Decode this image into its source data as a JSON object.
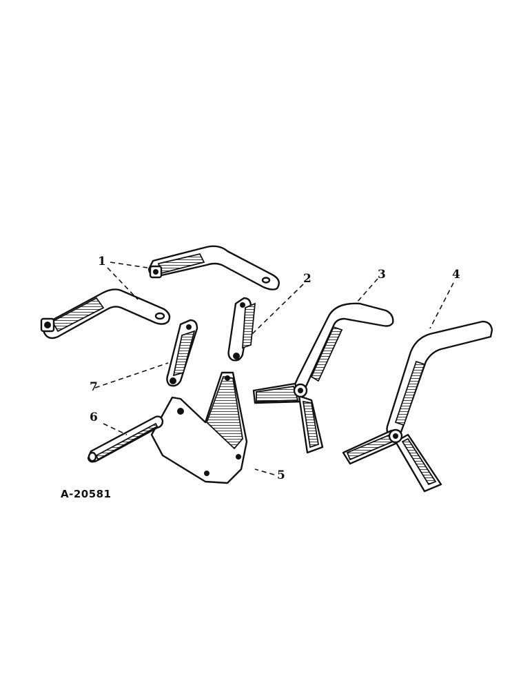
{
  "figure": {
    "id_label": "A-20581",
    "callouts": [
      {
        "number": "1"
      },
      {
        "number": "2"
      },
      {
        "number": "3"
      },
      {
        "number": "4"
      },
      {
        "number": "5"
      },
      {
        "number": "6"
      },
      {
        "number": "7"
      }
    ]
  },
  "colors": {
    "ink": "#111111",
    "paper": "#ffffff"
  }
}
